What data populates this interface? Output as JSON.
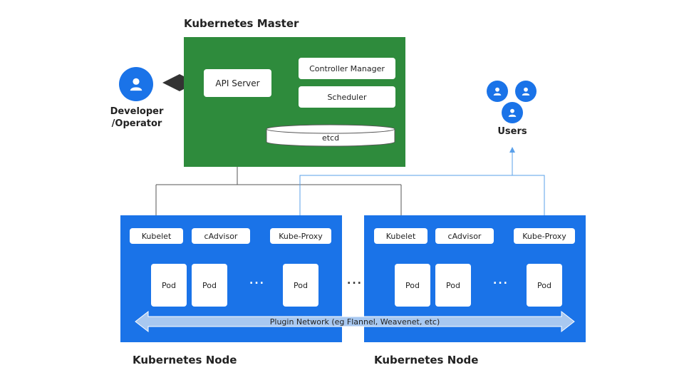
{
  "master": {
    "title": "Kubernetes Master",
    "api_server": "API Server",
    "controller_manager": "Controller Manager",
    "scheduler": "Scheduler",
    "etcd": "etcd"
  },
  "developer": {
    "label_line1": "Developer",
    "label_line2": "/Operator",
    "icon": "user-icon"
  },
  "users": {
    "label": "Users",
    "icon": "user-icon"
  },
  "nodes": [
    {
      "title": "Kubernetes Node",
      "kubelet": "Kubelet",
      "cadvisor": "cAdvisor",
      "kube_proxy": "Kube-Proxy",
      "pods": [
        "Pod",
        "Pod",
        "Pod"
      ],
      "ellipsis": "..."
    },
    {
      "title": "Kubernetes Node",
      "kubelet": "Kubelet",
      "cadvisor": "cAdvisor",
      "kube_proxy": "Kube-Proxy",
      "pods": [
        "Pod",
        "Pod",
        "Pod"
      ],
      "ellipsis": "..."
    }
  ],
  "between_nodes_ellipsis": "...",
  "network": {
    "label": "Plugin Network (eg Flannel, Weavenet, etc)"
  },
  "colors": {
    "master": "#2e8b3c",
    "node": "#1a73e8",
    "network_arrow": "#a8c8f0",
    "users_line": "#5aa0ea"
  }
}
